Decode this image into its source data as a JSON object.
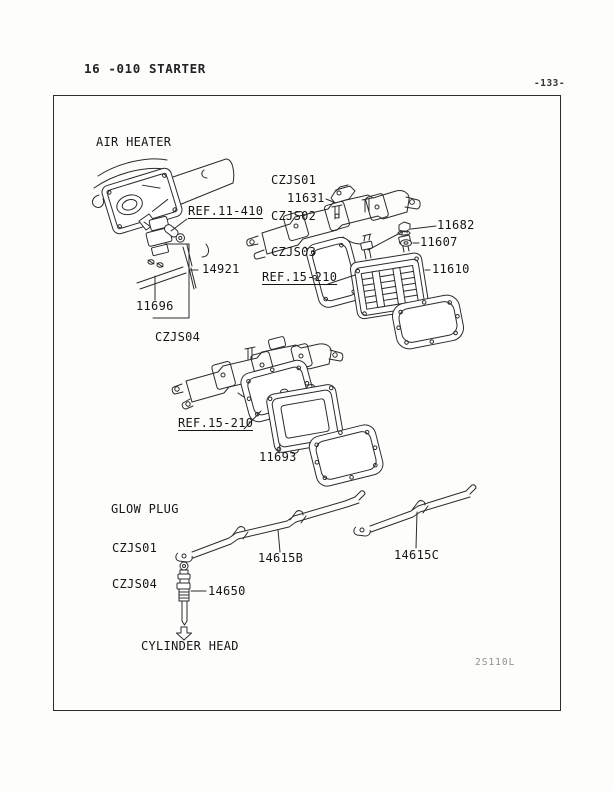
{
  "header": {
    "title": "16 -010 STARTER",
    "page_number": "-133-"
  },
  "figure": {
    "code": "2S110L"
  },
  "air_heater": {
    "title": "AIR HEATER",
    "variants_top": [
      "CZJS01",
      "CZJS02",
      "CZJS03"
    ],
    "variant_mid": "CZJS04",
    "ref_11_410": "REF.11-410",
    "ref_15_210_top": "REF.15-210",
    "ref_15_210_mid": "REF.15-210",
    "parts": {
      "p11631": "11631",
      "p14921": "14921",
      "p11696": "11696",
      "p11682": "11682",
      "p11607": "11607",
      "p11610": "11610",
      "p11693": "11693"
    }
  },
  "glow_plug": {
    "title": "GLOW PLUG",
    "variants": [
      "CZJS01",
      "CZJS04"
    ],
    "parts": {
      "p14615B": "14615B",
      "p14615C": "14615C",
      "p14650": "14650"
    },
    "cylinder_head": "CYLINDER HEAD"
  }
}
